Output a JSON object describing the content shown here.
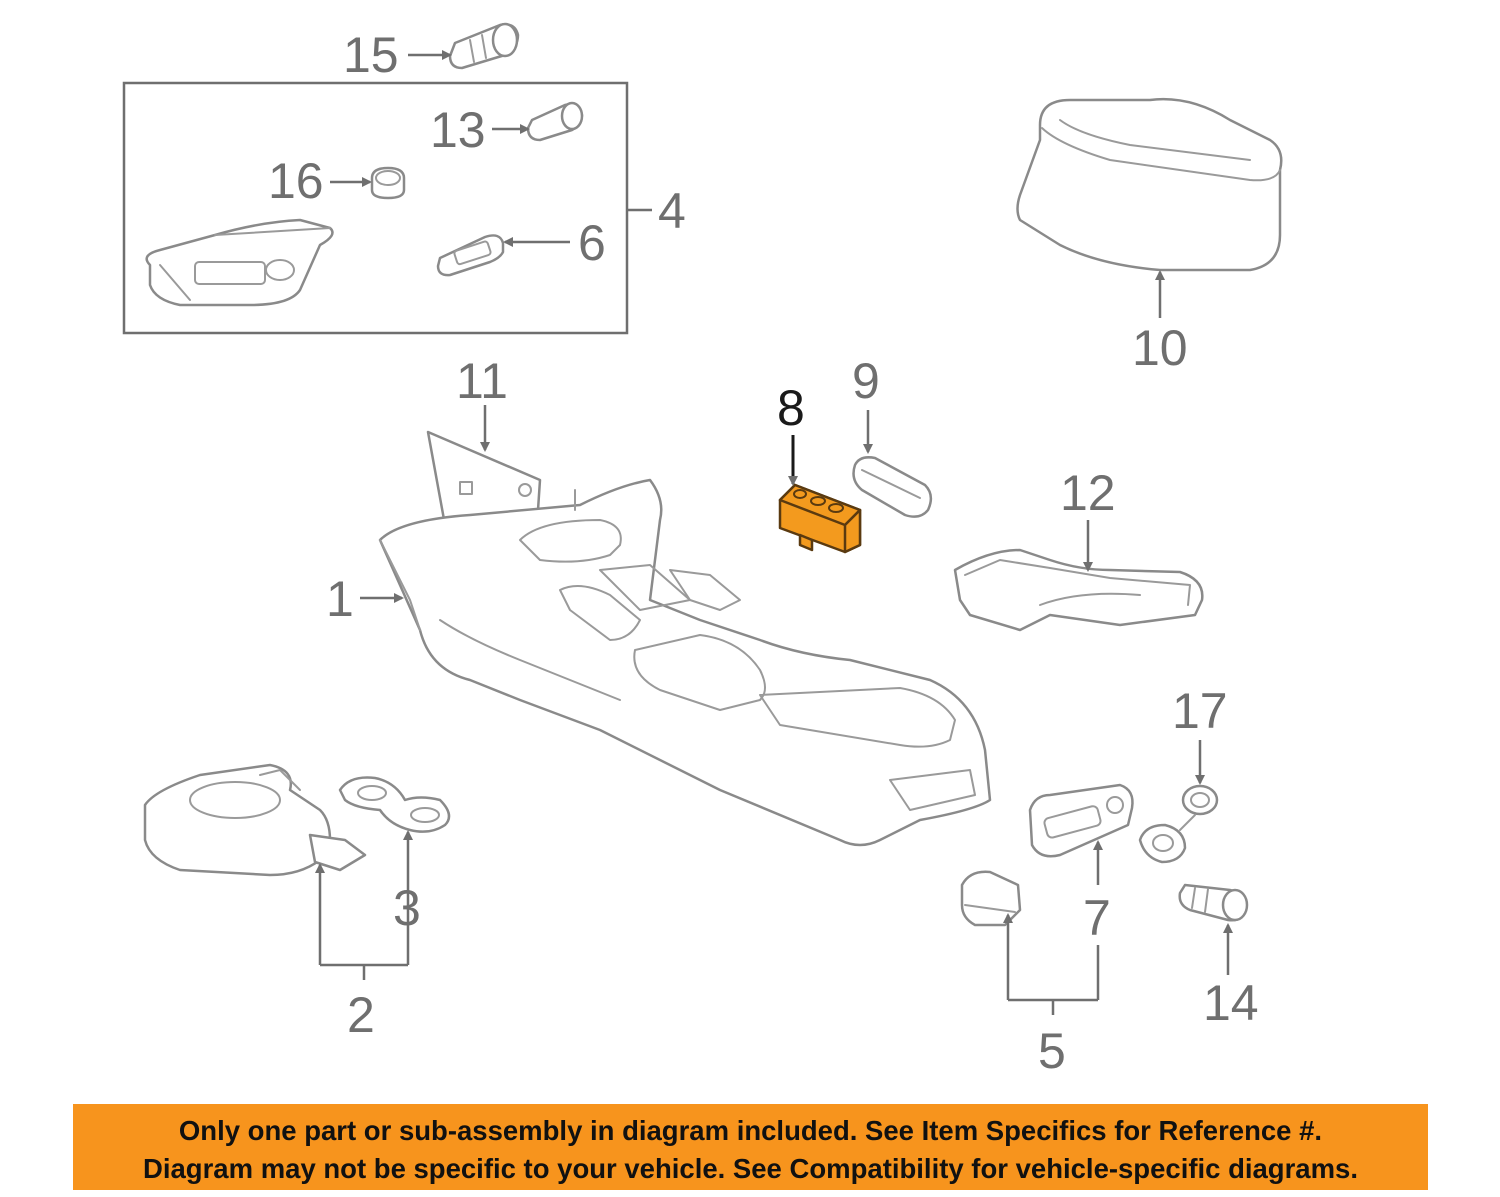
{
  "callouts": {
    "c1": "1",
    "c2": "2",
    "c3": "3",
    "c4": "4",
    "c5": "5",
    "c6": "6",
    "c7": "7",
    "c8": "8",
    "c9": "9",
    "c10": "10",
    "c11": "11",
    "c12": "12",
    "c13": "13",
    "c14": "14",
    "c15": "15",
    "c16": "16",
    "c17": "17"
  },
  "highlighted_part": "8",
  "colors": {
    "highlight": "#f39a1e",
    "banner": "#f7941d",
    "line": "#8a8a8a"
  },
  "disclaimer": {
    "line1": "Only one part or sub-assembly in diagram included. See Item Specifics for Reference #.",
    "line2": "Diagram may not be specific to your vehicle. See Compatibility for vehicle-specific diagrams."
  }
}
